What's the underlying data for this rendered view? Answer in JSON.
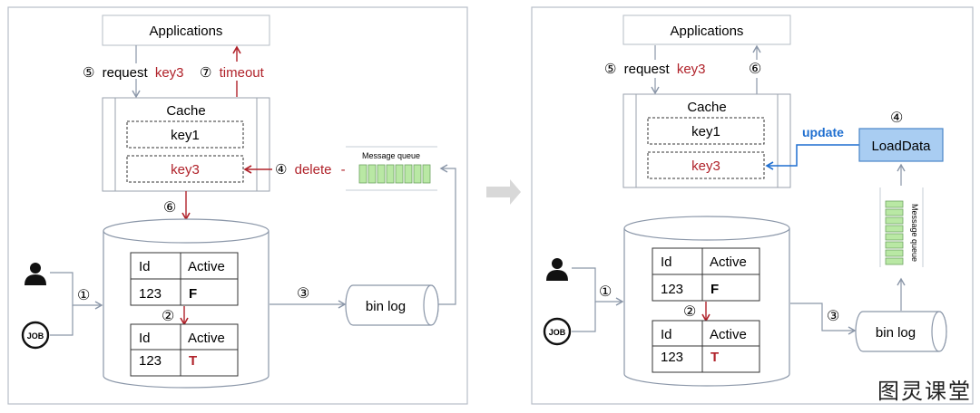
{
  "left_panel": {
    "applications_label": "Applications",
    "request_step": "⑤",
    "request_label": "request",
    "request_key": "key3",
    "timeout_step": "⑦",
    "timeout_label": "timeout",
    "cache_title": "Cache",
    "cache_key1": "key1",
    "cache_key3": "key3",
    "delete_step": "④",
    "delete_label": "delete",
    "delete_dash": "-",
    "mq_title": "Message queue",
    "db_step": "⑥",
    "write_step": "①",
    "binlog_step": "③",
    "binlog_label": "bin log",
    "update_step": "②",
    "table_top": {
      "col1": "Id",
      "col2": "Active",
      "id": "123",
      "active": "F"
    },
    "table_bottom": {
      "col1": "Id",
      "col2": "Active",
      "id": "123",
      "active": "T"
    },
    "job_label": "JOB"
  },
  "right_panel": {
    "applications_label": "Applications",
    "request_step": "⑤",
    "request_label": "request",
    "request_key": "key3",
    "return_step": "⑥",
    "cache_title": "Cache",
    "cache_key1": "key1",
    "cache_key3": "key3",
    "update_label": "update",
    "loaddata_step": "④",
    "loaddata_label": "LoadData",
    "mq_title": "Message queue",
    "write_step": "①",
    "binlog_step": "③",
    "binlog_label": "bin log",
    "update_step": "②",
    "table_top": {
      "col1": "Id",
      "col2": "Active",
      "id": "123",
      "active": "F"
    },
    "table_bottom": {
      "col1": "Id",
      "col2": "Active",
      "id": "123",
      "active": "T"
    },
    "job_label": "JOB"
  },
  "watermark": "图灵课堂",
  "colors": {
    "accent_red": "#b0222a",
    "accent_blue": "#1f6fd0",
    "mq_green": "#b9e8a4",
    "loaddata_fill": "#a9cdf2"
  }
}
